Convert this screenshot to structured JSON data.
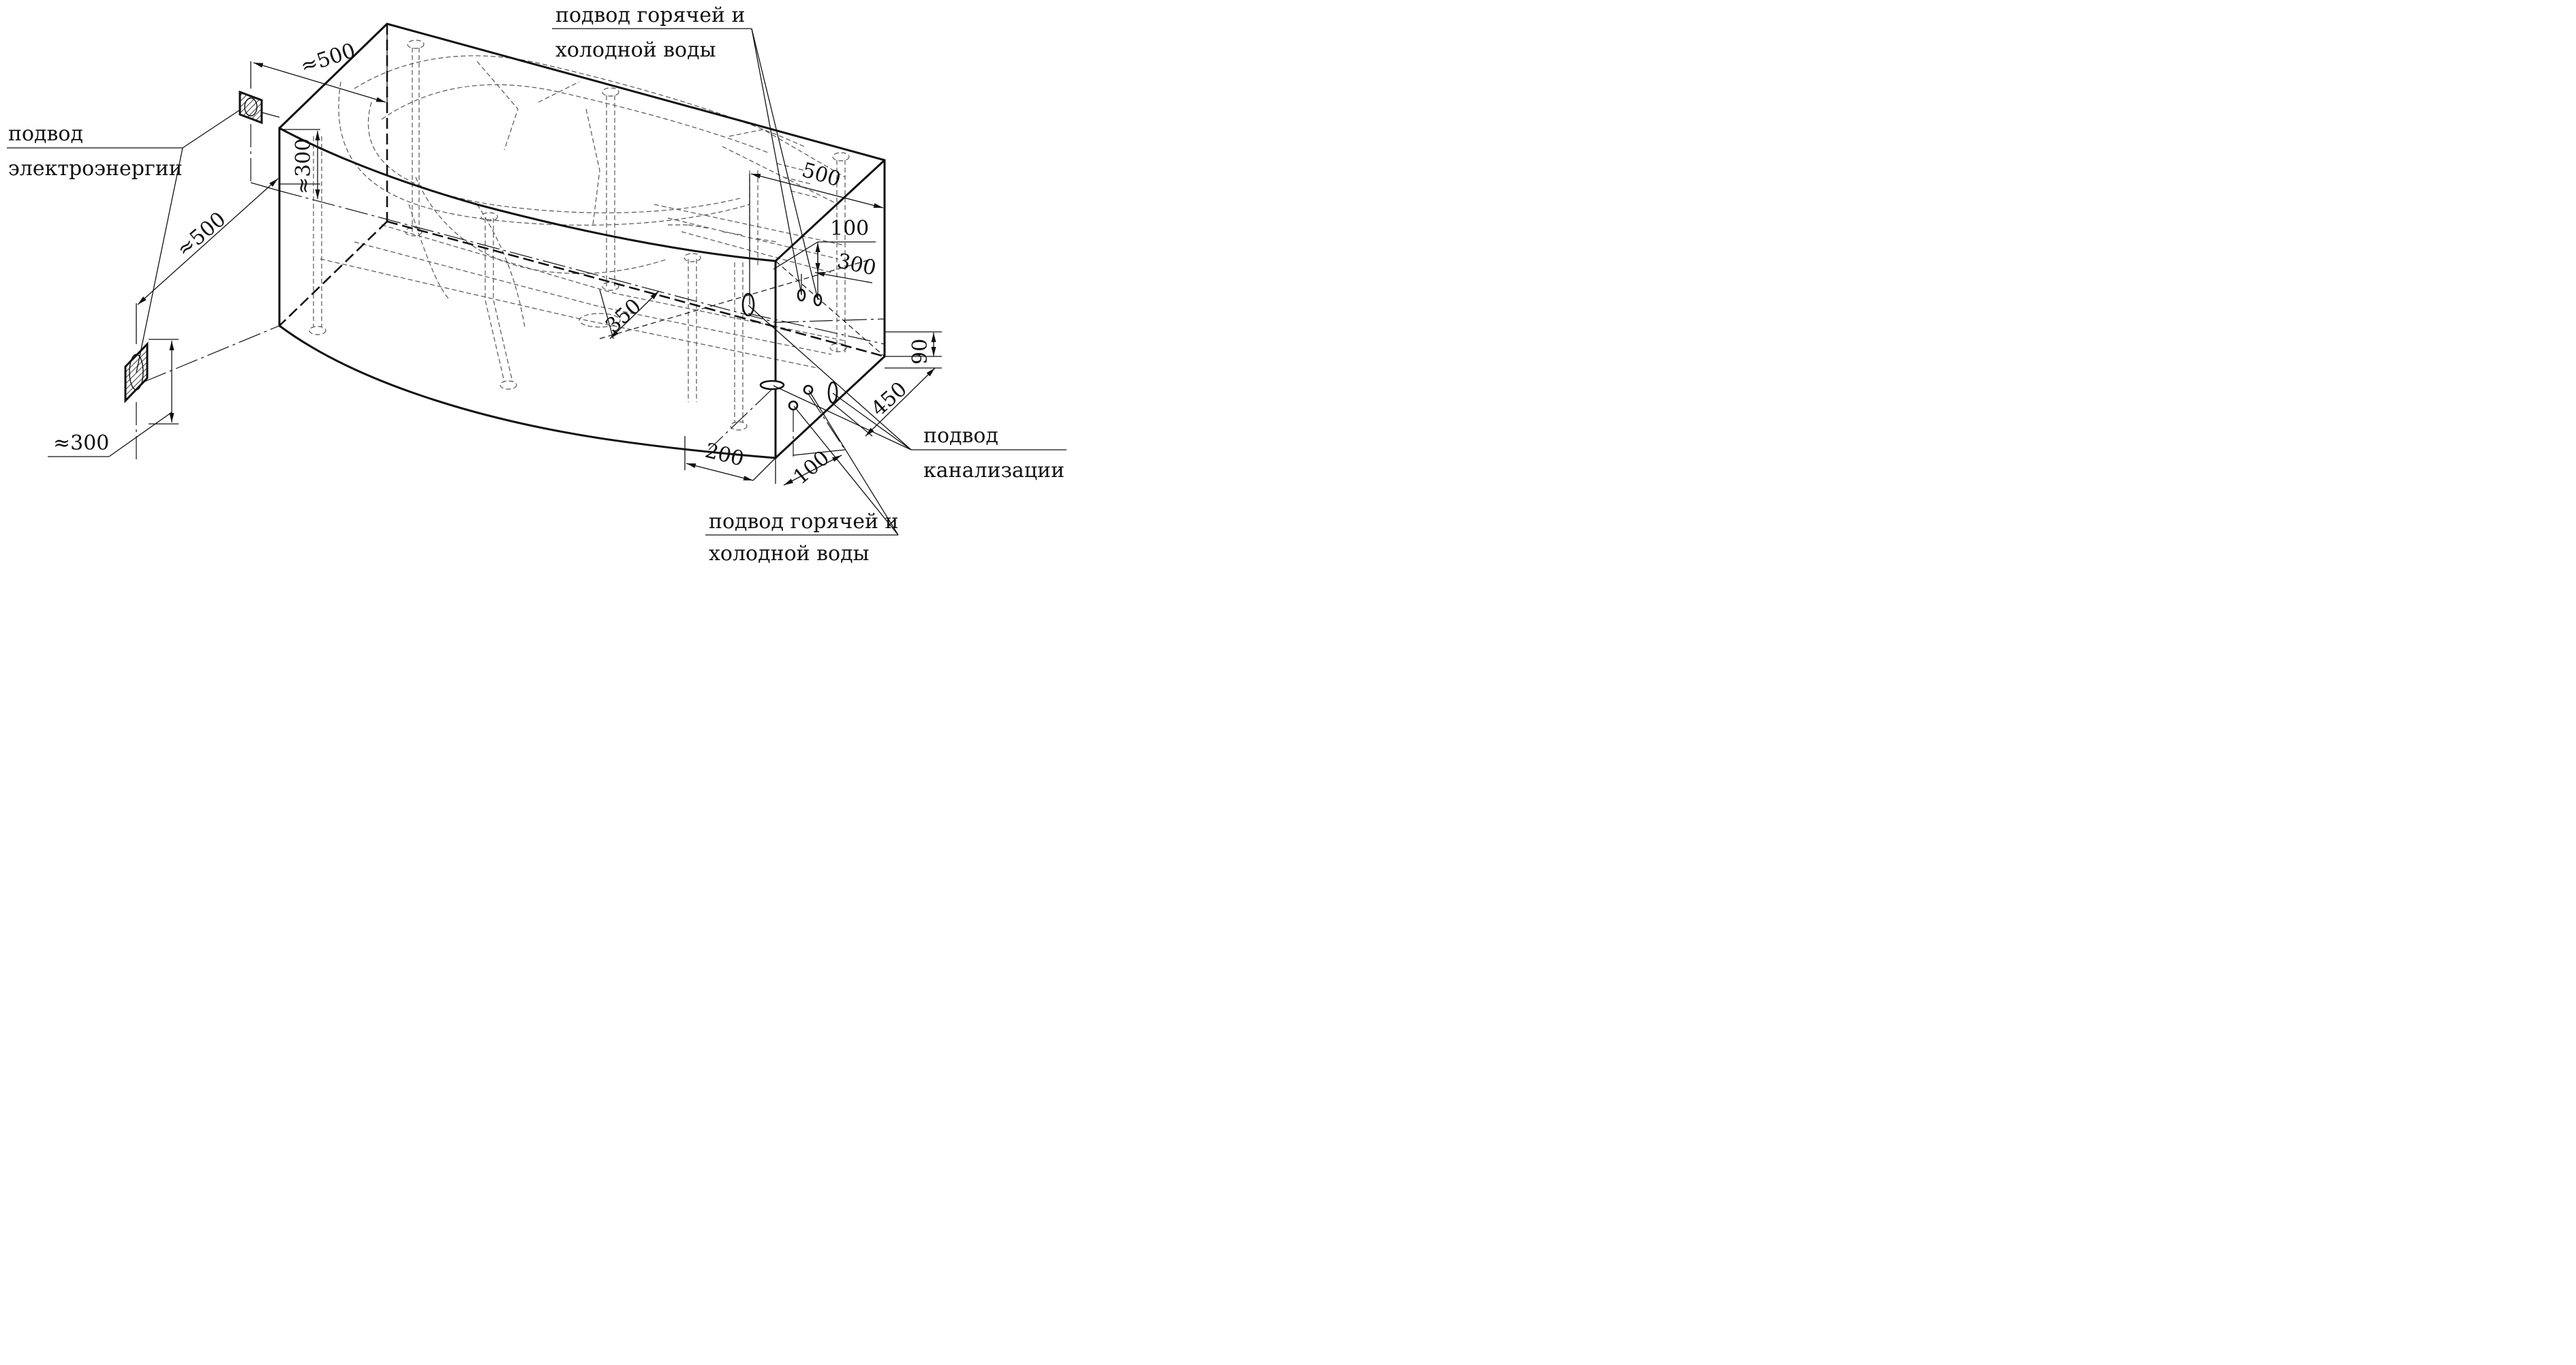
{
  "labels": {
    "electric": [
      "подвод",
      "электроэнергии"
    ],
    "water_top": [
      "подвод горячей и",
      "холодной воды"
    ],
    "sewer": [
      "подвод",
      "канализации"
    ],
    "water_bottom": [
      "подвод горячей и",
      "холодной воды"
    ]
  },
  "dimensions": {
    "socket_top_offset": "≈500",
    "socket_top_height": "≈300",
    "socket_bottom_offset": "≈500",
    "socket_bottom_height": "≈300",
    "water_offset": "500",
    "water_gap": "100",
    "water_height": "300",
    "inner_350": "350",
    "drain_height": "90",
    "sewer_450": "450",
    "sewer_200": "200",
    "sewer_100": "100"
  }
}
